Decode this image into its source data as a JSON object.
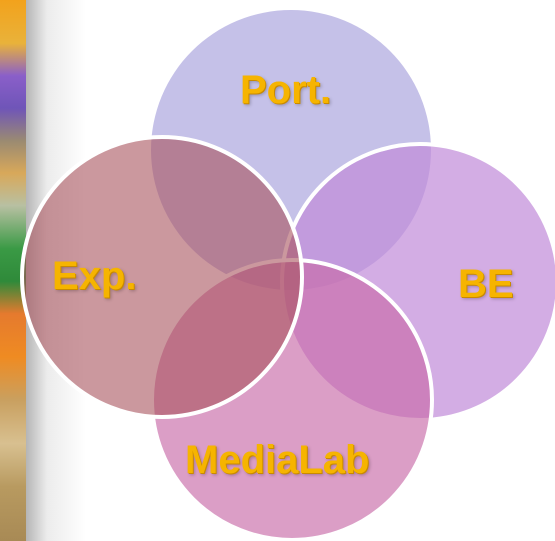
{
  "diagram": {
    "type": "venn",
    "circles": [
      {
        "id": "port",
        "label": "Port.",
        "color": "#c5c1e8"
      },
      {
        "id": "be",
        "label": "BE",
        "color": "#d6aee2"
      },
      {
        "id": "medialab",
        "label": "MediaLab",
        "color": "#dc9fc6"
      },
      {
        "id": "exp",
        "label": "Exp.",
        "color": "#c39a9c"
      }
    ],
    "label_color": "#f6b400",
    "outline_color": "#ffffff"
  }
}
